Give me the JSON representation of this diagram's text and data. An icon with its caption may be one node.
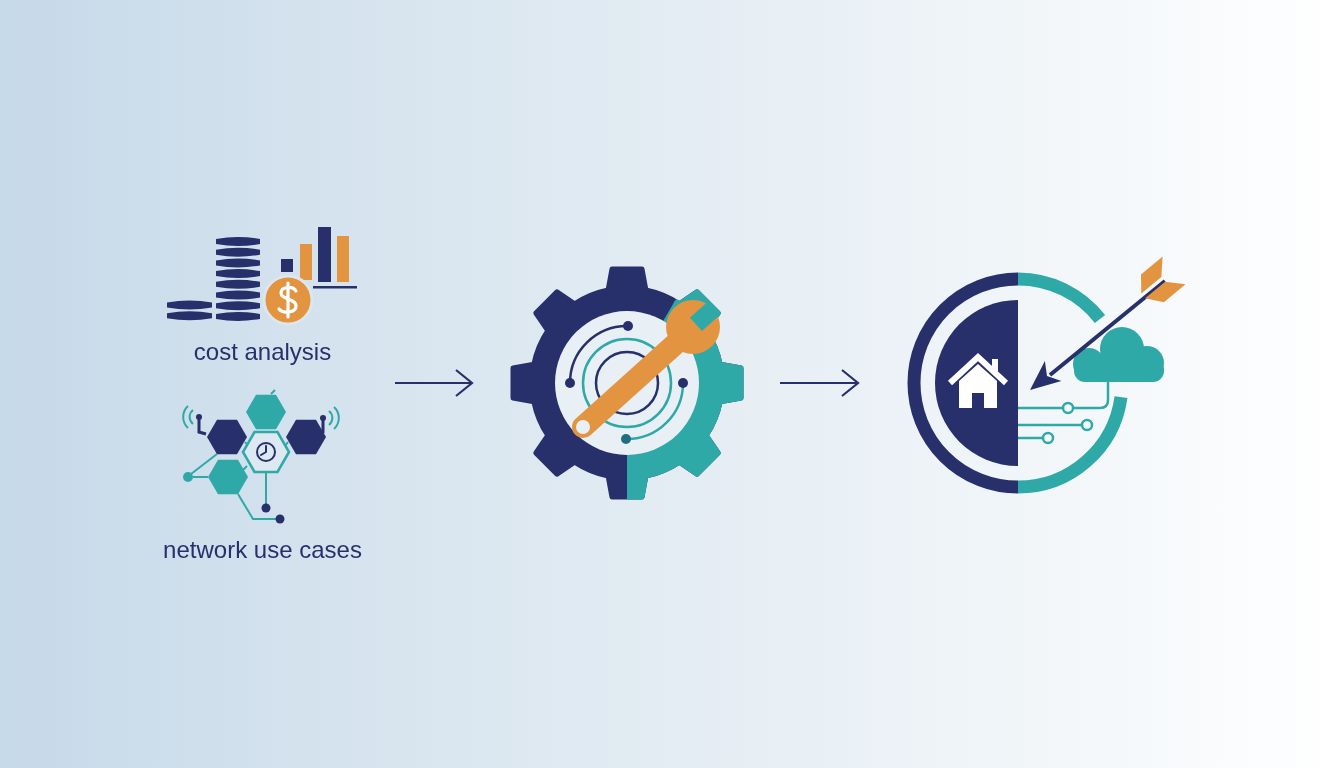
{
  "diagram": {
    "nodes": [
      {
        "text": [
          "cost analysis"
        ]
      },
      {
        "text": [
          "network use cases"
        ]
      },
      {
        "text": [],
        "shape": "picture"
      },
      {
        "text": [],
        "shape": "picture"
      }
    ],
    "edges": [
      {
        "from": null,
        "to": 2,
        "arrow": "to"
      },
      {
        "from": 2,
        "to": 3,
        "arrow": "to"
      }
    ]
  }
}
